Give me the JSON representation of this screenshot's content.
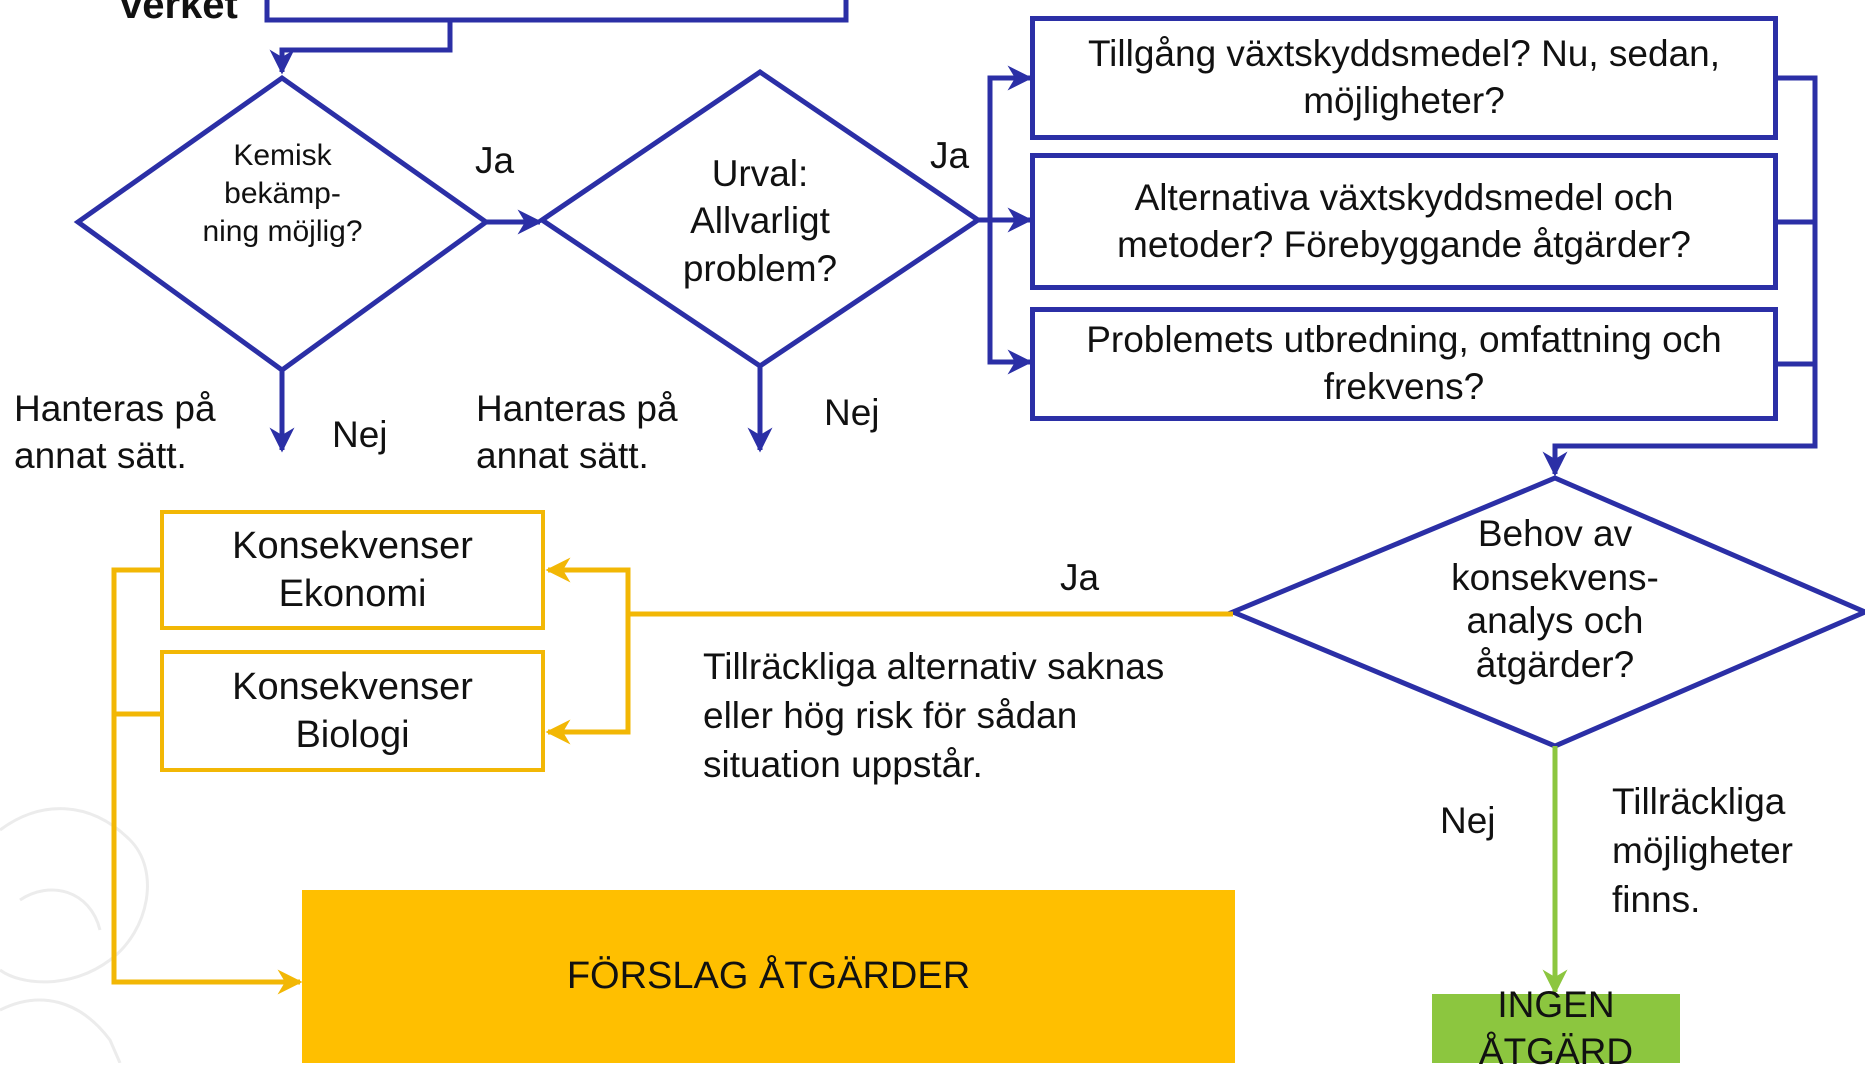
{
  "top_cut_text": "verket",
  "diamonds": {
    "kemisk": {
      "label": "Kemisk bekämp- ning möjlig?"
    },
    "urval": {
      "label": "Urval: Allvarligt problem?"
    },
    "behov": {
      "label": "Behov av konsekvens- analys och åtgärder?"
    }
  },
  "boxes": {
    "tillgang": "Tillgång växtskyddsmedel? Nu, sedan, möjligheter?",
    "alternativa": "Alternativa växtskyddsmedel och metoder? Förebyggande åtgärder?",
    "problemets": "Problemets utbredning, omfattning och frekvens?",
    "kons_ekonomi": "Konsekvenser Ekonomi",
    "kons_biologi": "Konsekvenser Biologi",
    "forslag": "FÖRSLAG ÅTGÄRDER",
    "ingen": "INGEN ÅTGÄRD"
  },
  "labels": {
    "ja1": "Ja",
    "ja2": "Ja",
    "ja3": "Ja",
    "nej1": "Nej",
    "nej2": "Nej",
    "nej3": "Nej",
    "hanteras1": "Hanteras på annat sätt.",
    "hanteras2": "Hanteras på annat sätt.",
    "tillrackliga_alt": "Tillräckliga alternativ saknas eller hög risk för sådan situation uppstår.",
    "tillrackliga_moj": "Tillräckliga möjligheter finns."
  },
  "colors": {
    "blue": "#2b2fa6",
    "yellow": "#f2b705",
    "green": "#8cc63f",
    "forslag_fill": "#ffbf00",
    "ingen_fill": "#8cc63f"
  }
}
